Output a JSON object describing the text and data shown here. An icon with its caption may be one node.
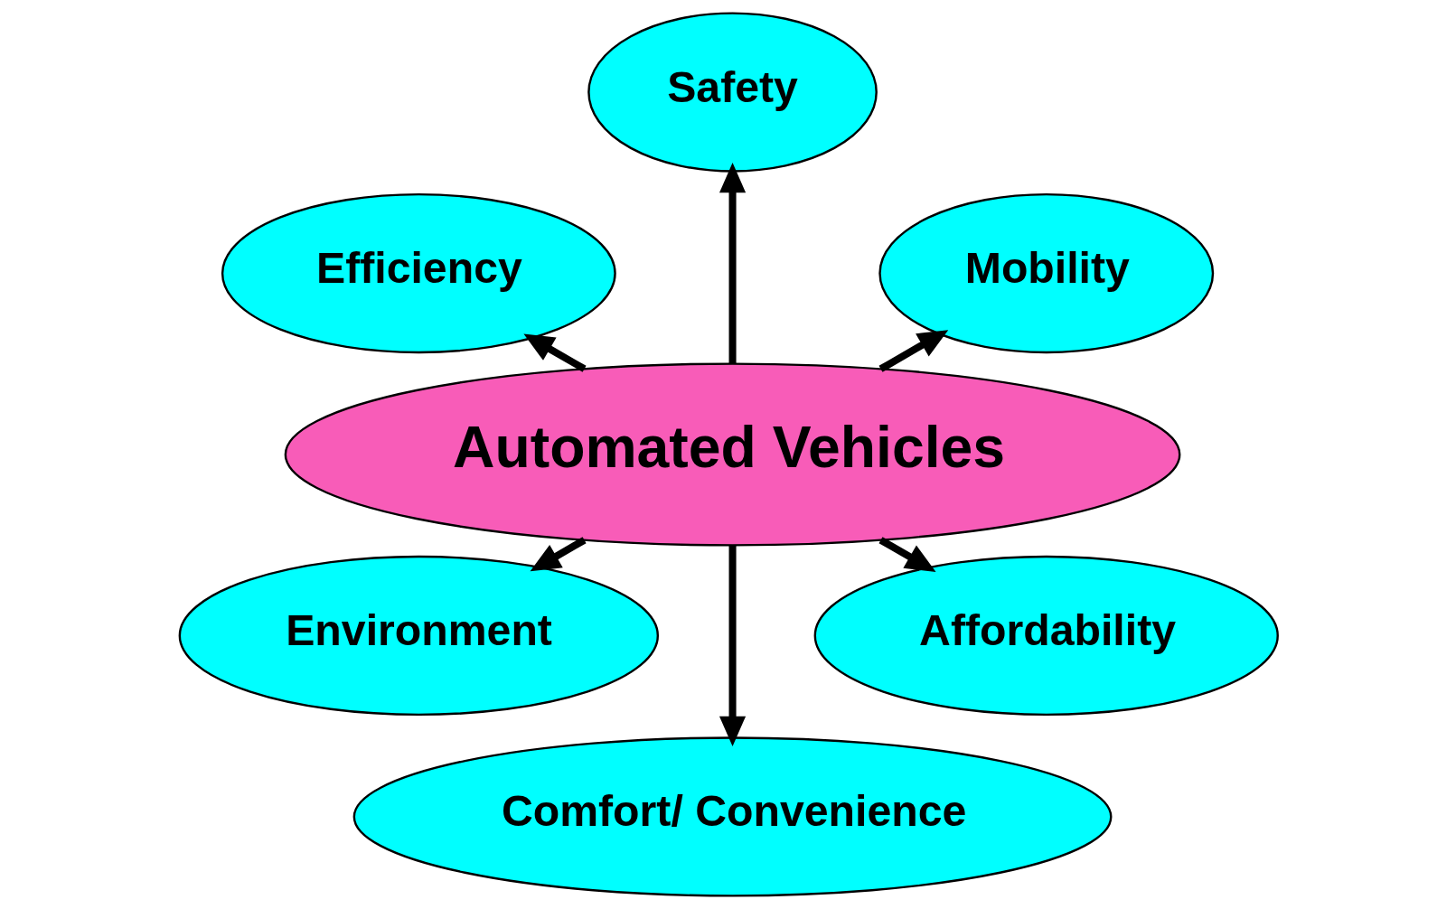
{
  "diagram": {
    "nodes": [
      {
        "text": [
          "Mobility"
        ]
      },
      {
        "text": [
          "Safety"
        ]
      },
      {
        "text": [
          "Efficiency"
        ]
      },
      {
        "text": [
          "Automated Vehicles"
        ]
      },
      {
        "text": [
          "Environment"
        ]
      },
      {
        "text": [
          "Comfort/ Convenience"
        ]
      },
      {
        "text": [
          "Affordability"
        ]
      }
    ],
    "edges": [
      {
        "from": 3,
        "to": 0,
        "arrow": "to"
      },
      {
        "from": 3,
        "to": 1,
        "arrow": "to"
      },
      {
        "from": 3,
        "to": 2,
        "arrow": "to"
      },
      {
        "from": 3,
        "to": 4,
        "arrow": "to"
      },
      {
        "from": 3,
        "to": 5,
        "arrow": "to"
      },
      {
        "from": 3,
        "to": 6,
        "arrow": "to"
      }
    ]
  }
}
